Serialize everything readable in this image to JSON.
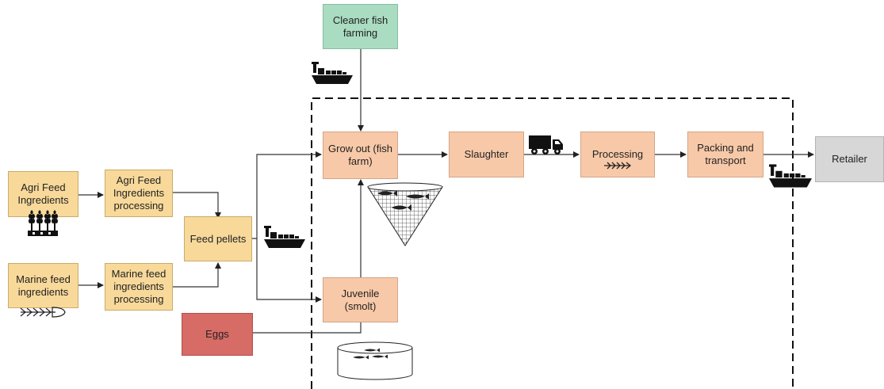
{
  "nodes": {
    "cleaner_fish": "Cleaner fish\nfarming",
    "agri_feed": "Agri Feed\nIngredients",
    "agri_processing": "Agri Feed\nIngredients\nprocessing",
    "marine_feed": "Marine feed\ningredients",
    "marine_processing": "Marine feed\ningredients\nprocessing",
    "feed_pellets": "Feed pellets",
    "eggs": "Eggs",
    "grow_out": "Grow out (fish\nfarm)",
    "juvenile": "Juvenile\n(smolt)",
    "slaughter": "Slaughter",
    "processing": "Processing",
    "packing": "Packing and\ntransport",
    "retailer": "Retailer"
  },
  "icons": [
    "ship-icon",
    "truck-icon",
    "wheat-icon",
    "fish-skeleton-icon",
    "fish-net-cage-icon",
    "fish-tank-icon"
  ],
  "colors": {
    "feed_box": "#f8d99a",
    "farm_box": "#f8c9a8",
    "cleaner_box": "#a9dcc1",
    "eggs_box": "#d76b66",
    "retailer_box": "#d7d7d7"
  }
}
